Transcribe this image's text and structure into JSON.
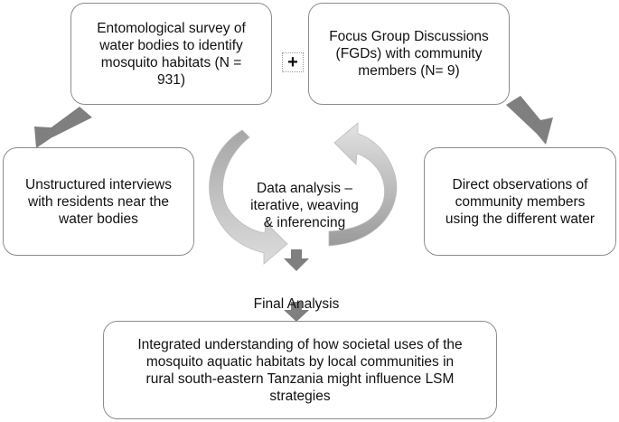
{
  "boxes": {
    "entomological_survey": "Entomological survey of\nwater bodies to identify\nmosquito habitats (N =\n931)",
    "focus_groups": "Focus Group Discussions\n(FGDs) with community\nmembers (N= 9)",
    "interviews": "Unstructured interviews\nwith residents near the\nwater bodies",
    "observations": "Direct observations of\ncommunity members\nusing the different water",
    "integrated_understanding": "Integrated understanding of how societal uses of the\nmosquito aquatic habitats by local communities in\nrural south-eastern Tanzania might influence LSM\nstrategies"
  },
  "center": {
    "data_analysis": "Data analysis –\niterative,  weaving\n& inferencing",
    "final_analysis": "Final Analysis"
  },
  "connector": {
    "plus": "+"
  },
  "colors": {
    "box_border": "#8c8c8c",
    "arrow_dark": "#7f7f7f",
    "cycle_light": "#d4d4d4",
    "cycle_dark": "#a6a6a6",
    "text": "#111111"
  }
}
